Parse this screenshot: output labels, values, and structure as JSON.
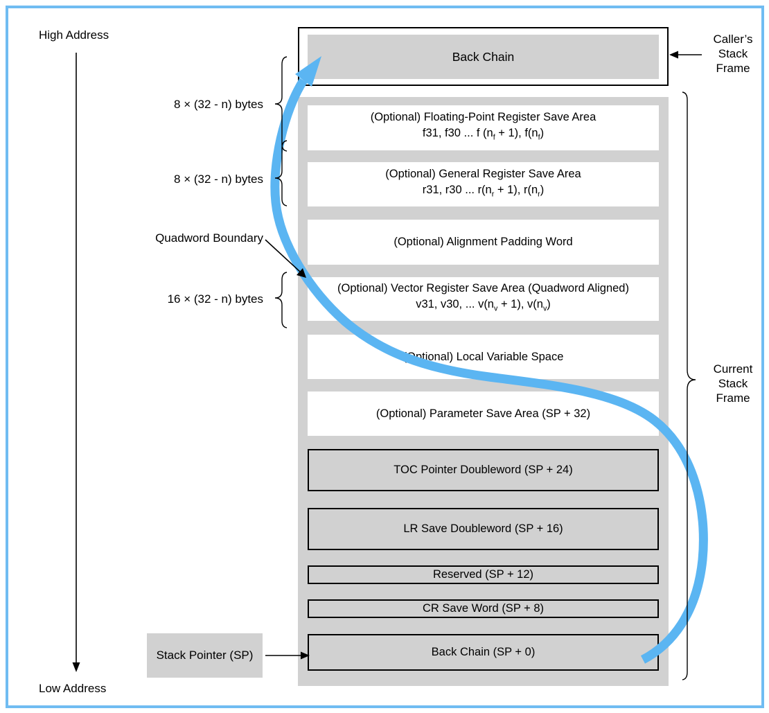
{
  "diagram": {
    "high_address_label": "High Address",
    "low_address_label": "Low Address",
    "stack_pointer_label": "Stack Pointer (SP)",
    "quadword_boundary_label": "Quadword Boundary",
    "size_labels": {
      "fp_area": "8 × (32 - n) bytes",
      "gr_area": "8 × (32 - n) bytes",
      "vec_area": "16 × (32 - n) bytes"
    },
    "caller_frame_box": {
      "label": "Back Chain"
    },
    "callers_annotation": {
      "line1": "Caller’s",
      "line2": "Stack",
      "line3": "Frame"
    },
    "current_annotation": {
      "line1": "Current",
      "line2": "Stack",
      "line3": "Frame"
    },
    "rows": [
      {
        "id": "fp",
        "style": "optional",
        "line1": "(Optional) Floating-Point Register Save Area",
        "line2": "f31, f30 ... f (n{f} + 1), f(n{f})"
      },
      {
        "id": "gr",
        "style": "optional",
        "line1": "(Optional) General Register Save Area",
        "line2": "r31, r30 ... r(n{r} + 1), r(n{r})"
      },
      {
        "id": "pad",
        "style": "optional",
        "line1": "(Optional) Alignment Padding Word"
      },
      {
        "id": "vec",
        "style": "optional",
        "line1": "(Optional) Vector Register Save Area (Quadword Aligned)",
        "line2": "v31, v30, ... v(n{v} + 1), v(n{v})"
      },
      {
        "id": "lvar",
        "style": "optional",
        "line1": "(Optional) Local Variable Space"
      },
      {
        "id": "param",
        "style": "optional",
        "line1": "(Optional) Parameter Save Area (SP + 32)"
      },
      {
        "id": "toc",
        "style": "required",
        "line1": "TOC Pointer Doubleword (SP + 24)"
      },
      {
        "id": "lr",
        "style": "required",
        "line1": "LR Save Doubleword (SP + 16)"
      },
      {
        "id": "res",
        "style": "required",
        "line1": "Reserved (SP + 12)"
      },
      {
        "id": "cr",
        "style": "required",
        "line1": "CR Save Word (SP + 8)"
      },
      {
        "id": "bc",
        "style": "required",
        "line1": "Back Chain (SP + 0)"
      }
    ],
    "colors": {
      "accent_blue": "#5bb5f2",
      "page_border_blue": "#70bcf2",
      "box_gray": "#d1d1d1",
      "line_black": "#000000"
    }
  }
}
